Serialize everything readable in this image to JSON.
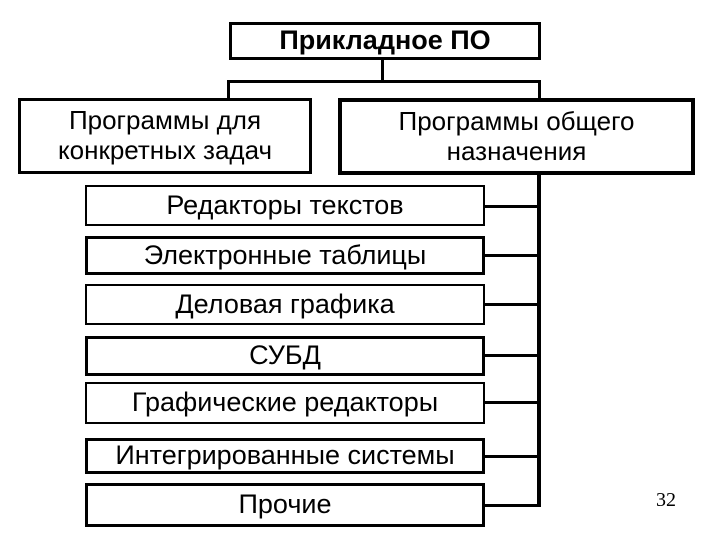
{
  "slide": {
    "page_number": "32",
    "colors": {
      "background": "#ffffff",
      "line": "#000000",
      "text": "#000000"
    }
  },
  "diagram": {
    "root": "Прикладное ПО",
    "branch_left": {
      "line1": "Программы для",
      "line2": "конкретных задач"
    },
    "branch_right": {
      "line1": "Программы общего",
      "line2": "назначения"
    },
    "items": [
      "Редакторы текстов",
      "Электронные таблицы",
      "Деловая графика",
      "СУБД",
      "Графические редакторы",
      "Интегрированные системы",
      "Прочие"
    ]
  }
}
